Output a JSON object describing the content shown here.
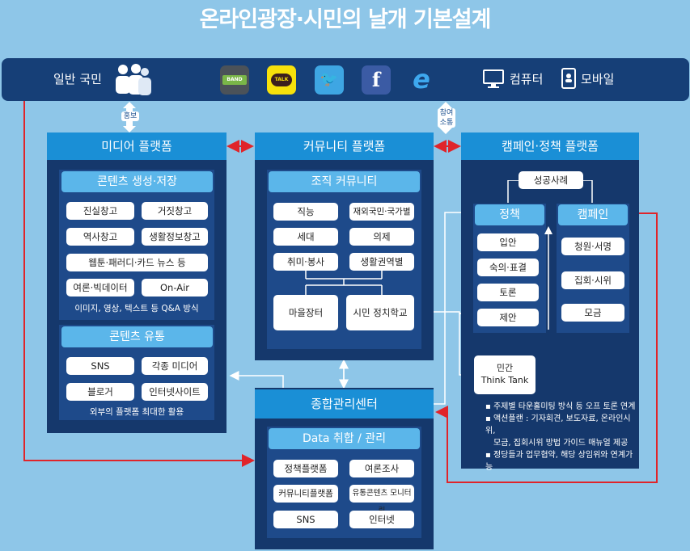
{
  "title": "온라인광장·시민의 날개 기본설계",
  "top_bar": {
    "citizen": "일반 국민",
    "computer": "컴퓨터",
    "mobile": "모바일",
    "app_icons": [
      "band-icon",
      "kakaotalk-icon",
      "twitter-icon",
      "facebook-icon",
      "internet-explorer-icon"
    ],
    "band_text": "BAND",
    "talk_text": "TALK",
    "twitter_glyph": "🐦",
    "facebook_glyph": "f",
    "ie_glyph": "e"
  },
  "connectors": {
    "promo": "홍보",
    "participate_line1": "참여",
    "participate_line2": "소통"
  },
  "media": {
    "title": "미디어 플랫폼",
    "create": {
      "title": "콘텐츠 생성·저장",
      "items": [
        "진실창고",
        "거짓창고",
        "역사창고",
        "생활정보창고",
        "웹툰·패러디·카드 뉴스 등",
        "여론·빅데이터",
        "On-Air"
      ],
      "note": "이미지, 영상, 텍스트 등 Q&A 방식"
    },
    "dist": {
      "title": "콘텐츠 유통",
      "items": [
        "SNS",
        "각종 미디어",
        "블로거",
        "인터넷사이트"
      ],
      "note": "외부의 플랫폼 최대한 활용"
    }
  },
  "community": {
    "title": "커뮤니티 플랫폼",
    "org": {
      "title": "조직 커뮤니티",
      "items": [
        "직능",
        "재외국민·국가별",
        "세대",
        "의제",
        "취미·봉사",
        "생활권역별"
      ],
      "bottom": [
        "마을장터",
        "시민 정치학교"
      ]
    }
  },
  "campaign": {
    "title": "캠페인·정책 플랫폼",
    "success": "성공사례",
    "policy": {
      "title": "정책",
      "items": [
        "입안",
        "숙의·표결",
        "토론",
        "제안"
      ]
    },
    "camp": {
      "title": "캠페인",
      "items": [
        "청원·서명",
        "집회·시위",
        "모금"
      ]
    },
    "think_tank_line1": "민간",
    "think_tank_line2": "Think Tank",
    "bullets": [
      "주제별 타운홀미팅 방식 등 오프 토론 연계",
      "액션플랜 : 기자회견, 보도자료, 온라인시위,",
      "모금, 집회시위 방법 가이드 매뉴얼 제공",
      "정당들과 업무협약, 해당 상임위와 연계가능"
    ]
  },
  "center": {
    "title": "종합관리센터",
    "data": {
      "title": "Data 취합 / 관리",
      "items": [
        "정책플랫폼",
        "여론조사",
        "커뮤니티플랫폼",
        "유통콘텐츠 모니터링",
        "SNS",
        "인터넷"
      ]
    }
  },
  "colors": {
    "panel": "#15386c",
    "header": "#1a8fd6",
    "sub": "#5bb6ea",
    "arrow_red": "#e0242a",
    "background": "#8ec6e8"
  }
}
